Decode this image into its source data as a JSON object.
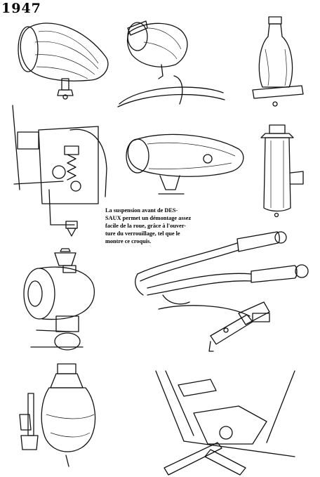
{
  "header": {
    "year": "1947"
  },
  "caption": {
    "lines": [
      "La suspension avant de DES-",
      "SAUX permet un démontage assez",
      "facile de la roue, grâce à l'ouver-",
      "ture du verrouillage, tel que le",
      "montre ce croquis."
    ]
  },
  "palette": {
    "ink": "#111111",
    "paper": "#ffffff"
  }
}
